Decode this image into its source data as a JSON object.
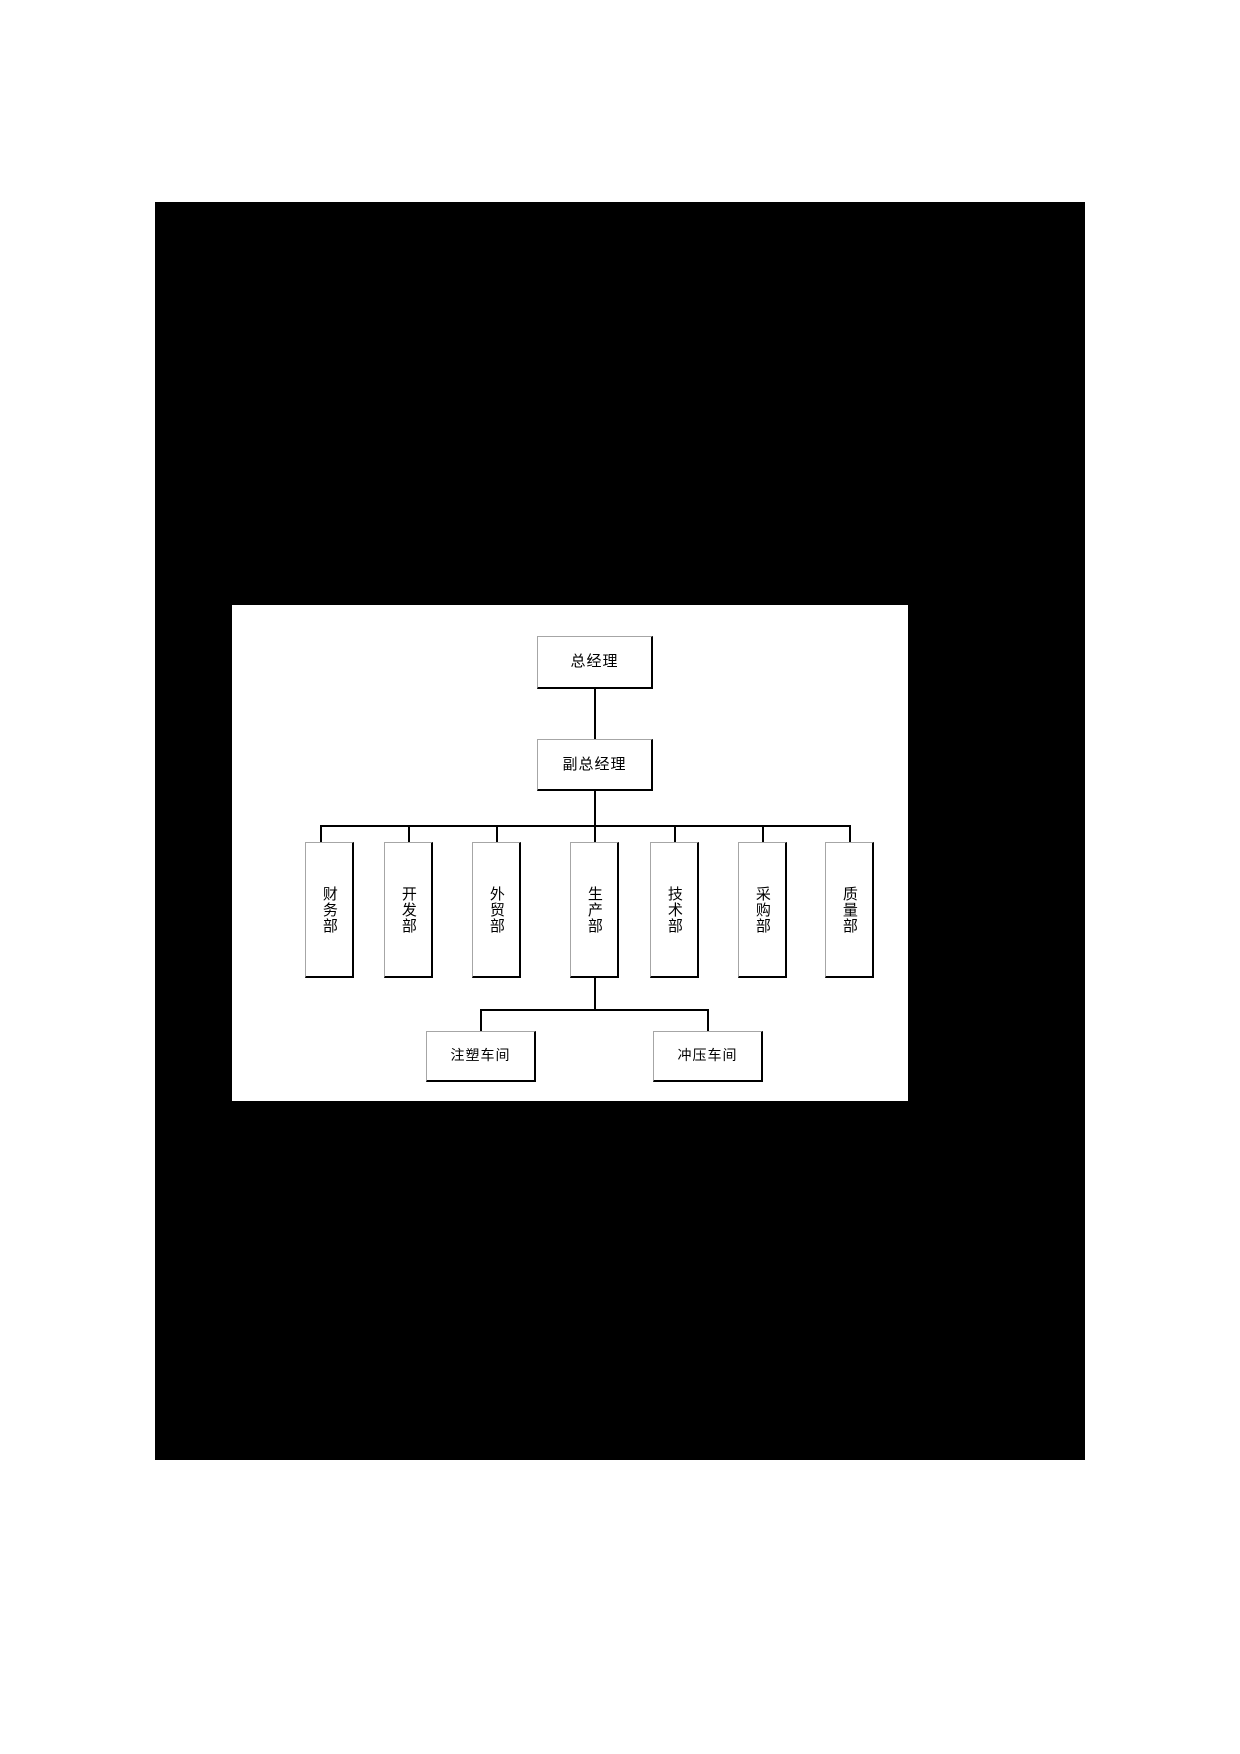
{
  "document": {
    "background_color": "#ffffff",
    "scan_field_color": "#000000",
    "panel_color": "#ffffff"
  },
  "chart": {
    "title": "",
    "type": "org-chart",
    "node_style": {
      "fill": "#ffffff",
      "border_light": "#a6a6a6",
      "border_dark": "#000000",
      "text_color": "#000000"
    },
    "levels": [
      {
        "level": 1,
        "nodes": [
          {
            "id": "gm",
            "label": "总经理",
            "orientation": "horizontal"
          }
        ]
      },
      {
        "level": 2,
        "nodes": [
          {
            "id": "dgm",
            "label": "副总经理",
            "orientation": "horizontal"
          }
        ]
      },
      {
        "level": 3,
        "nodes": [
          {
            "id": "dept-finance",
            "label": "财务部",
            "orientation": "vertical"
          },
          {
            "id": "dept-development",
            "label": "开发部",
            "orientation": "vertical"
          },
          {
            "id": "dept-foreigntrade",
            "label": "外贸部",
            "orientation": "vertical"
          },
          {
            "id": "dept-production",
            "label": "生产部",
            "orientation": "vertical"
          },
          {
            "id": "dept-technology",
            "label": "技术部",
            "orientation": "vertical"
          },
          {
            "id": "dept-purchasing",
            "label": "采购部",
            "orientation": "vertical"
          },
          {
            "id": "dept-quality",
            "label": "质量部",
            "orientation": "vertical"
          }
        ]
      },
      {
        "level": 4,
        "nodes": [
          {
            "id": "ws-injection",
            "label": "注塑车间",
            "orientation": "horizontal"
          },
          {
            "id": "ws-stamping",
            "label": "冲压车间",
            "orientation": "horizontal"
          }
        ]
      }
    ],
    "edges": [
      {
        "from": "gm",
        "to": "dgm"
      },
      {
        "from": "dgm",
        "to": "dept-finance"
      },
      {
        "from": "dgm",
        "to": "dept-development"
      },
      {
        "from": "dgm",
        "to": "dept-foreigntrade"
      },
      {
        "from": "dgm",
        "to": "dept-production"
      },
      {
        "from": "dgm",
        "to": "dept-technology"
      },
      {
        "from": "dgm",
        "to": "dept-purchasing"
      },
      {
        "from": "dgm",
        "to": "dept-quality"
      },
      {
        "from": "dept-production",
        "to": "ws-injection"
      },
      {
        "from": "dept-production",
        "to": "ws-stamping"
      }
    ]
  }
}
